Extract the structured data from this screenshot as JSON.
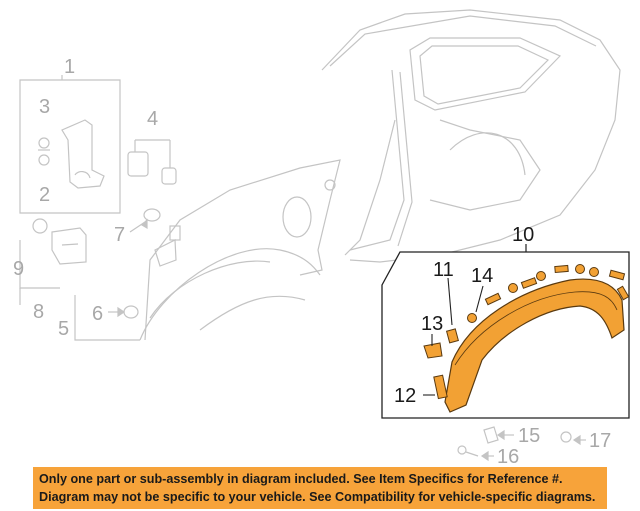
{
  "colors": {
    "ghost_line": "#c4c4c4",
    "ghost_label": "#a8a8a8",
    "highlight_fill": "#f2a134",
    "highlight_stroke": "#5a3a10",
    "active_box": "#222222",
    "active_label": "#1a1a1a",
    "banner_bg": "#f7a33a"
  },
  "callouts": {
    "c1": "1",
    "c2": "2",
    "c3": "3",
    "c4": "4",
    "c5": "5",
    "c6": "6",
    "c7": "7",
    "c8": "8",
    "c9": "9",
    "c10": "10",
    "c11": "11",
    "c12": "12",
    "c13": "13",
    "c14": "14",
    "c15": "15",
    "c16": "16",
    "c17": "17"
  },
  "banner": {
    "line1": "Only one part or sub-assembly in diagram included. See Item Specifics for Reference #.",
    "line2": "Diagram may not be specific to your vehicle. See Compatibility for vehicle-specific diagrams."
  }
}
